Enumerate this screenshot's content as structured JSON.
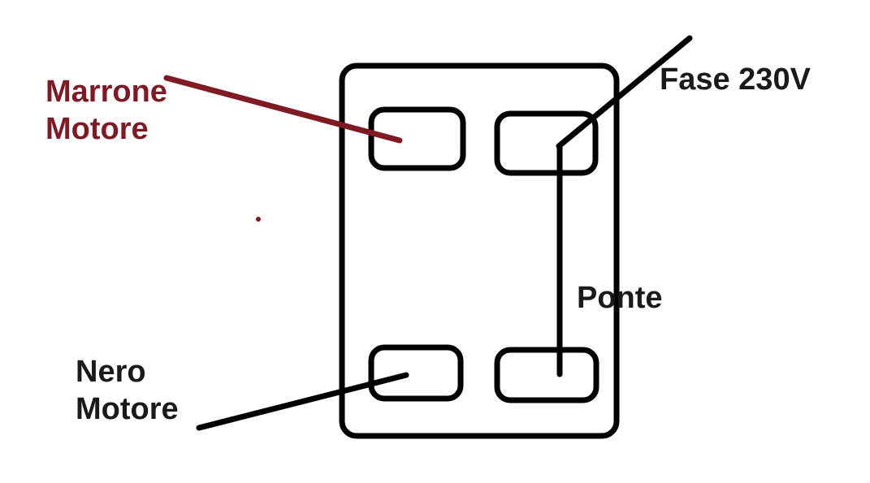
{
  "labels": {
    "marrone_line1": "Marrone",
    "marrone_line2": "Motore",
    "nero_line1": "Nero",
    "nero_line2": "Motore",
    "fase": "Fase 230V",
    "ponte": "Ponte"
  },
  "colors": {
    "marrone": "#7f1a24",
    "ink": "#1a1a1a",
    "background": "#ffffff"
  }
}
